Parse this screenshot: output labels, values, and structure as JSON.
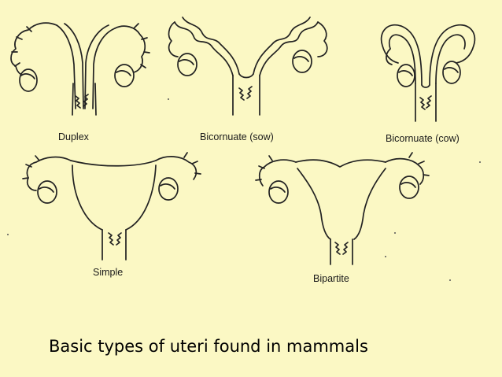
{
  "labels": {
    "duplex": "Duplex",
    "bicornuate_sow": "Bicornuate (sow)",
    "bicornuate_cow": "Bicornuate (cow)",
    "simple": "Simple",
    "bipartite": "Bipartite"
  },
  "caption": "Basic types of uteri found in mammals"
}
